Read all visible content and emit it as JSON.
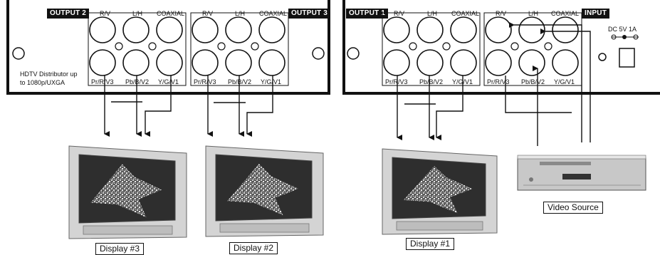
{
  "badges": {
    "output2": "OUTPUT 2",
    "output3": "OUTPUT 3",
    "output1": "OUTPUT 1",
    "input": "INPUT"
  },
  "row_labels": {
    "rv": "R/V",
    "lh": "L/H",
    "coaxial": "COAXIAL"
  },
  "port_labels": {
    "pr": "Pr/R/V3",
    "pb": "Pb/B/V2",
    "y": "Y/G/V1"
  },
  "left_panel_note": {
    "line1": "HDTV Distributor up",
    "line2": "to 1080p/UXGA"
  },
  "power_label": "DC  5V  1A",
  "captions": {
    "display3": "Display #3",
    "display2": "Display #2",
    "display1": "Display #1",
    "video_source": "Video Source"
  },
  "colors": {
    "ink": "#111111",
    "screen_dark": "#3a3a3a",
    "bezel": "#bdbdbd",
    "player_body": "#c8c8c8"
  }
}
